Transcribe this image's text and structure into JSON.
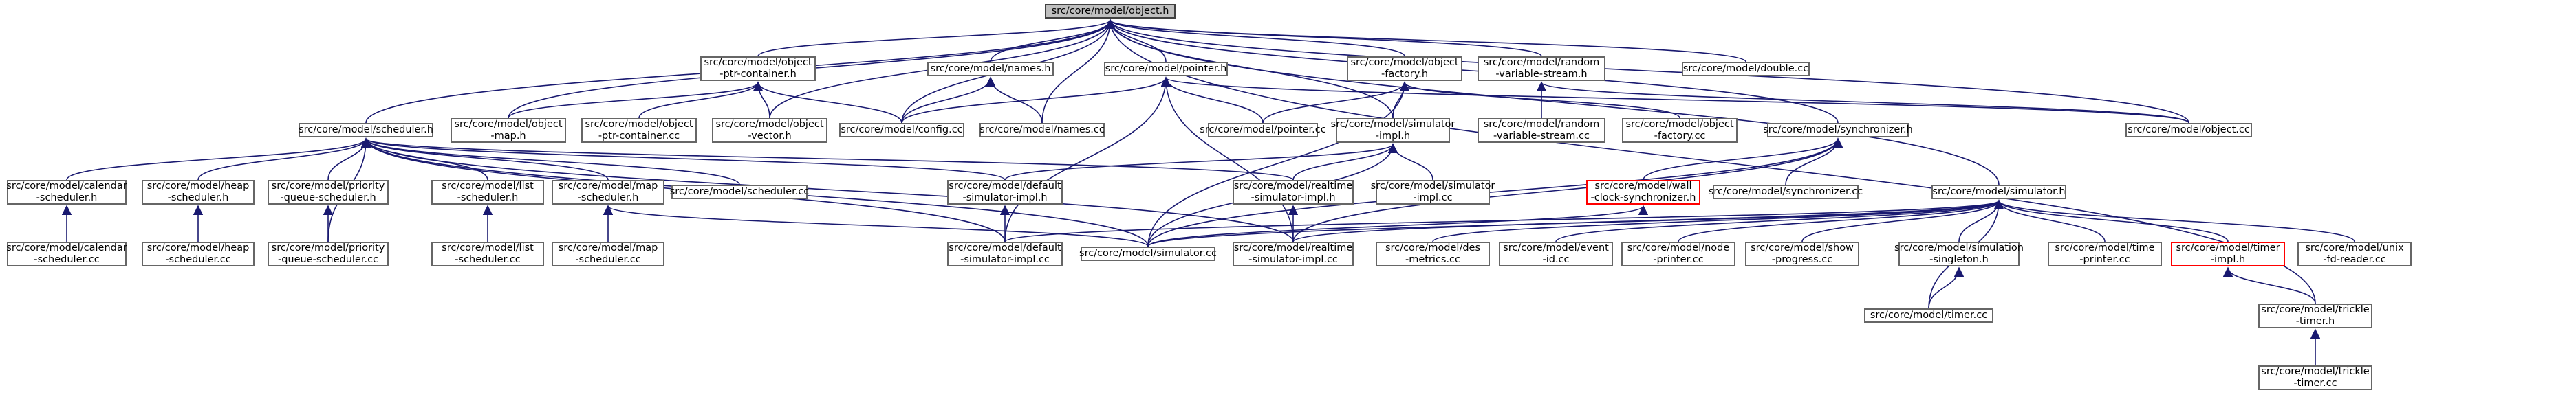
{
  "diagram": {
    "colors": {
      "edge": "#191970",
      "border": "#666666",
      "root_fill": "#bfbfbf",
      "root_border": "#404040",
      "highlight_border": "#ff0000",
      "background": "#ffffff"
    },
    "nodes": [
      {
        "id": "object_h",
        "lines": [
          "src/core/model/object.h"
        ],
        "root": true
      },
      {
        "id": "scheduler_h",
        "lines": [
          "src/core/model/scheduler.h"
        ]
      },
      {
        "id": "object_map_h",
        "lines": [
          "src/core/model/object",
          "-map.h"
        ]
      },
      {
        "id": "object_ptr_container_h",
        "lines": [
          "src/core/model/object",
          "-ptr-container.h"
        ]
      },
      {
        "id": "object_ptr_container_cc",
        "lines": [
          "src/core/model/object",
          "-ptr-container.cc"
        ]
      },
      {
        "id": "object_vector_h",
        "lines": [
          "src/core/model/object",
          "-vector.h"
        ]
      },
      {
        "id": "names_h",
        "lines": [
          "src/core/model/names.h"
        ]
      },
      {
        "id": "config_cc",
        "lines": [
          "src/core/model/config.cc"
        ]
      },
      {
        "id": "names_cc",
        "lines": [
          "src/core/model/names.cc"
        ]
      },
      {
        "id": "pointer_h",
        "lines": [
          "src/core/model/pointer.h"
        ]
      },
      {
        "id": "pointer_cc",
        "lines": [
          "src/core/model/pointer.cc"
        ]
      },
      {
        "id": "simulator_impl_h",
        "lines": [
          "src/core/model/simulator",
          "-impl.h"
        ]
      },
      {
        "id": "object_factory_h",
        "lines": [
          "src/core/model/object",
          "-factory.h"
        ]
      },
      {
        "id": "random_variable_stream_h",
        "lines": [
          "src/core/model/random",
          "-variable-stream.h"
        ]
      },
      {
        "id": "random_variable_stream_cc",
        "lines": [
          "src/core/model/random",
          "-variable-stream.cc"
        ]
      },
      {
        "id": "object_factory_cc",
        "lines": [
          "src/core/model/object",
          "-factory.cc"
        ]
      },
      {
        "id": "double_cc",
        "lines": [
          "src/core/model/double.cc"
        ]
      },
      {
        "id": "object_cc",
        "lines": [
          "src/core/model/object.cc"
        ]
      },
      {
        "id": "synchronizer_h",
        "lines": [
          "src/core/model/synchronizer.h"
        ]
      },
      {
        "id": "synchronizer_cc",
        "lines": [
          "src/core/model/synchronizer.cc"
        ]
      },
      {
        "id": "wall_clock_synchronizer_h",
        "lines": [
          "src/core/model/wall",
          "-clock-synchronizer.h"
        ],
        "red": true
      },
      {
        "id": "simulator_impl_cc",
        "lines": [
          "src/core/model/simulator",
          "-impl.cc"
        ]
      },
      {
        "id": "realtime_simulator_impl_h",
        "lines": [
          "src/core/model/realtime",
          "-simulator-impl.h"
        ]
      },
      {
        "id": "default_simulator_impl_h",
        "lines": [
          "src/core/model/default",
          "-simulator-impl.h"
        ]
      },
      {
        "id": "scheduler_cc",
        "lines": [
          "src/core/model/scheduler.cc"
        ]
      },
      {
        "id": "calendar_scheduler_h",
        "lines": [
          "src/core/model/calendar",
          "-scheduler.h"
        ]
      },
      {
        "id": "calendar_scheduler_cc",
        "lines": [
          "src/core/model/calendar",
          "-scheduler.cc"
        ]
      },
      {
        "id": "heap_scheduler_h",
        "lines": [
          "src/core/model/heap",
          "-scheduler.h"
        ]
      },
      {
        "id": "heap_scheduler_cc",
        "lines": [
          "src/core/model/heap",
          "-scheduler.cc"
        ]
      },
      {
        "id": "priority_queue_scheduler_h",
        "lines": [
          "src/core/model/priority",
          "-queue-scheduler.h"
        ]
      },
      {
        "id": "priority_queue_scheduler_cc",
        "lines": [
          "src/core/model/priority",
          "-queue-scheduler.cc"
        ]
      },
      {
        "id": "list_scheduler_h",
        "lines": [
          "src/core/model/list",
          "-scheduler.h"
        ]
      },
      {
        "id": "list_scheduler_cc",
        "lines": [
          "src/core/model/list",
          "-scheduler.cc"
        ]
      },
      {
        "id": "map_scheduler_h",
        "lines": [
          "src/core/model/map",
          "-scheduler.h"
        ]
      },
      {
        "id": "map_scheduler_cc",
        "lines": [
          "src/core/model/map",
          "-scheduler.cc"
        ]
      },
      {
        "id": "default_simulator_impl_cc",
        "lines": [
          "src/core/model/default",
          "-simulator-impl.cc"
        ]
      },
      {
        "id": "simulator_cc",
        "lines": [
          "src/core/model/simulator.cc"
        ]
      },
      {
        "id": "realtime_simulator_impl_cc",
        "lines": [
          "src/core/model/realtime",
          "-simulator-impl.cc"
        ]
      },
      {
        "id": "simulator_h",
        "lines": [
          "src/core/model/simulator.h"
        ]
      },
      {
        "id": "des_metrics_cc",
        "lines": [
          "src/core/model/des",
          "-metrics.cc"
        ]
      },
      {
        "id": "event_id_cc",
        "lines": [
          "src/core/model/event",
          "-id.cc"
        ]
      },
      {
        "id": "node_printer_cc",
        "lines": [
          "src/core/model/node",
          "-printer.cc"
        ]
      },
      {
        "id": "show_progress_cc",
        "lines": [
          "src/core/model/show",
          "-progress.cc"
        ]
      },
      {
        "id": "simulation_singleton_h",
        "lines": [
          "src/core/model/simulation",
          "-singleton.h"
        ]
      },
      {
        "id": "timer_cc",
        "lines": [
          "src/core/model/timer.cc"
        ]
      },
      {
        "id": "time_printer_cc",
        "lines": [
          "src/core/model/time",
          "-printer.cc"
        ]
      },
      {
        "id": "timer_impl_h",
        "lines": [
          "src/core/model/timer",
          "-impl.h"
        ],
        "red": true
      },
      {
        "id": "unix_fd_reader_cc",
        "lines": [
          "src/core/model/unix",
          "-fd-reader.cc"
        ]
      },
      {
        "id": "trickle_timer_h",
        "lines": [
          "src/core/model/trickle",
          "-timer.h"
        ]
      },
      {
        "id": "trickle_timer_cc",
        "lines": [
          "src/core/model/trickle",
          "-timer.cc"
        ]
      }
    ]
  }
}
